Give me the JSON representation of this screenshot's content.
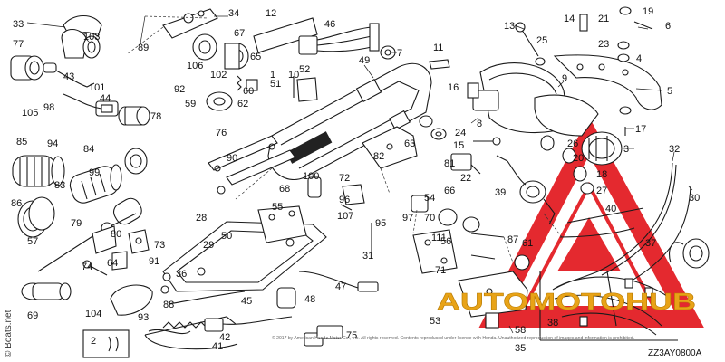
{
  "diagram": {
    "code": "ZZ3AY0800A",
    "side_watermark": "© Boats.net",
    "overlay_watermark": "AUTOMOTOHUB",
    "footer_copyright": "© 2017 by American Honda Motor Co., Inc. All rights reserved. Contents reproduced under license with Honda. Unauthorized reproduction of images and information is prohibited.",
    "brand_red": "#e31e24",
    "labels": [
      "33",
      "34",
      "12",
      "46",
      "13",
      "14",
      "21",
      "19",
      "6",
      "77",
      "103",
      "89",
      "106",
      "92",
      "102",
      "67",
      "65",
      "1",
      "7",
      "11",
      "25",
      "23",
      "3",
      "4",
      "43",
      "101",
      "60",
      "51",
      "10",
      "52",
      "49",
      "16",
      "9",
      "5",
      "44",
      "62",
      "59",
      "50",
      "2",
      "17",
      "105",
      "98",
      "78",
      "8",
      "24",
      "82",
      "63",
      "15",
      "18",
      "26",
      "20",
      "32",
      "85",
      "94",
      "76",
      "90",
      "84",
      "81",
      "22",
      "27",
      "30",
      "39",
      "86",
      "83",
      "99",
      "88",
      "100",
      "72",
      "96",
      "107",
      "54",
      "95",
      "68",
      "79",
      "87",
      "73",
      "57",
      "80",
      "91",
      "64",
      "69",
      "31",
      "71",
      "97",
      "58",
      "42",
      "47",
      "48",
      "53",
      "55",
      "56",
      "36",
      "45",
      "74",
      "61",
      "37",
      "38",
      "40",
      "75",
      "41",
      "70",
      "93",
      "104",
      "35",
      "28",
      "29",
      "66",
      "111"
    ]
  }
}
